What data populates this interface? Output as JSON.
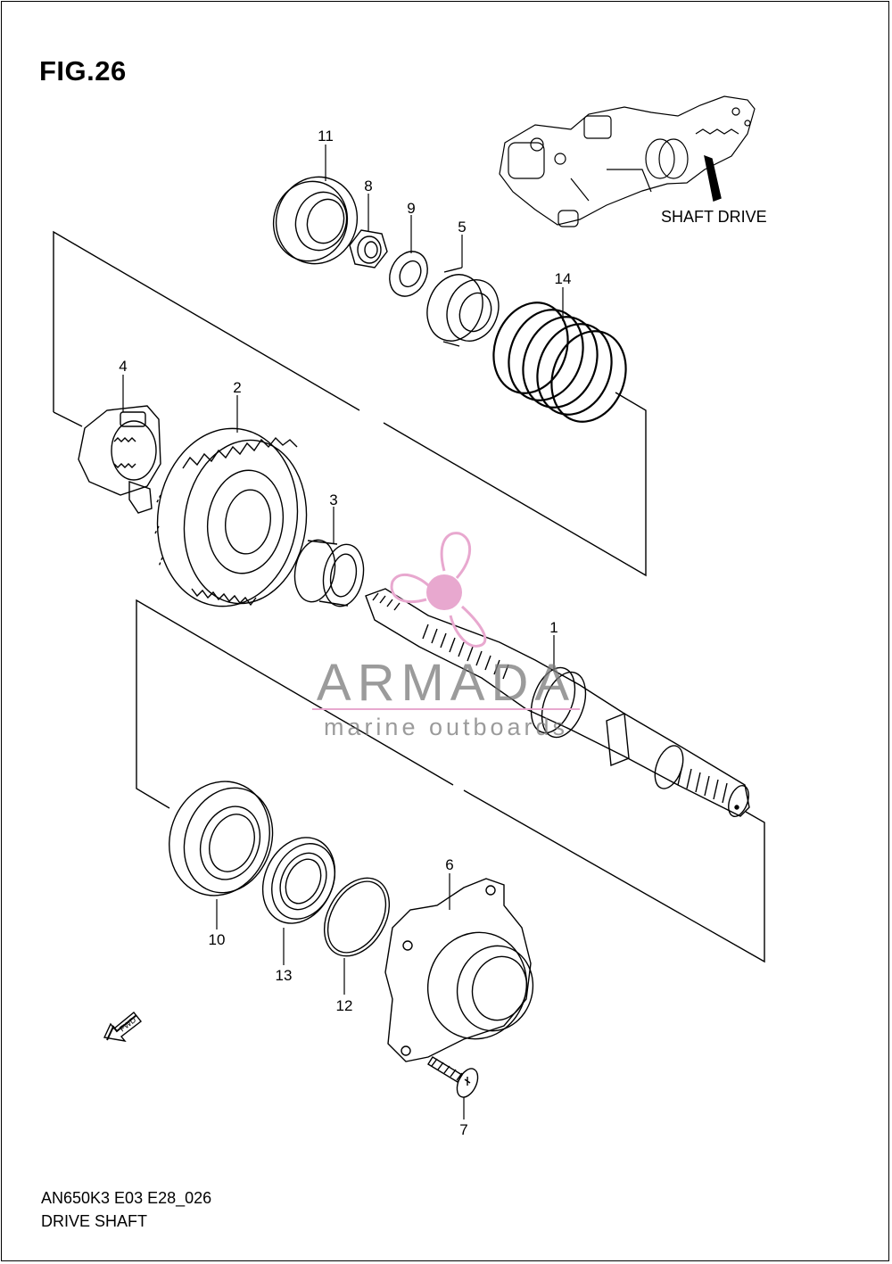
{
  "figure": {
    "title": "FIG.26"
  },
  "reference": {
    "label": "SHAFT DRIVE"
  },
  "callouts": [
    {
      "part_number": "11"
    },
    {
      "part_number": "8"
    },
    {
      "part_number": "9"
    },
    {
      "part_number": "5"
    },
    {
      "part_number": "14"
    },
    {
      "part_number": "4"
    },
    {
      "part_number": "2"
    },
    {
      "part_number": "3"
    },
    {
      "part_number": "1"
    },
    {
      "part_number": "10"
    },
    {
      "part_number": "13"
    },
    {
      "part_number": "12"
    },
    {
      "part_number": "6"
    },
    {
      "part_number": "7"
    }
  ],
  "fwd_arrow": {
    "label": "FWD"
  },
  "watermark": {
    "name": "ARMADA",
    "tagline": "marine outboards",
    "accent_color": "#e8a8cf",
    "text_color": "#7a7a7a"
  },
  "footer": {
    "code": "AN650K3 E03 E28_026",
    "name": "DRIVE SHAFT"
  }
}
